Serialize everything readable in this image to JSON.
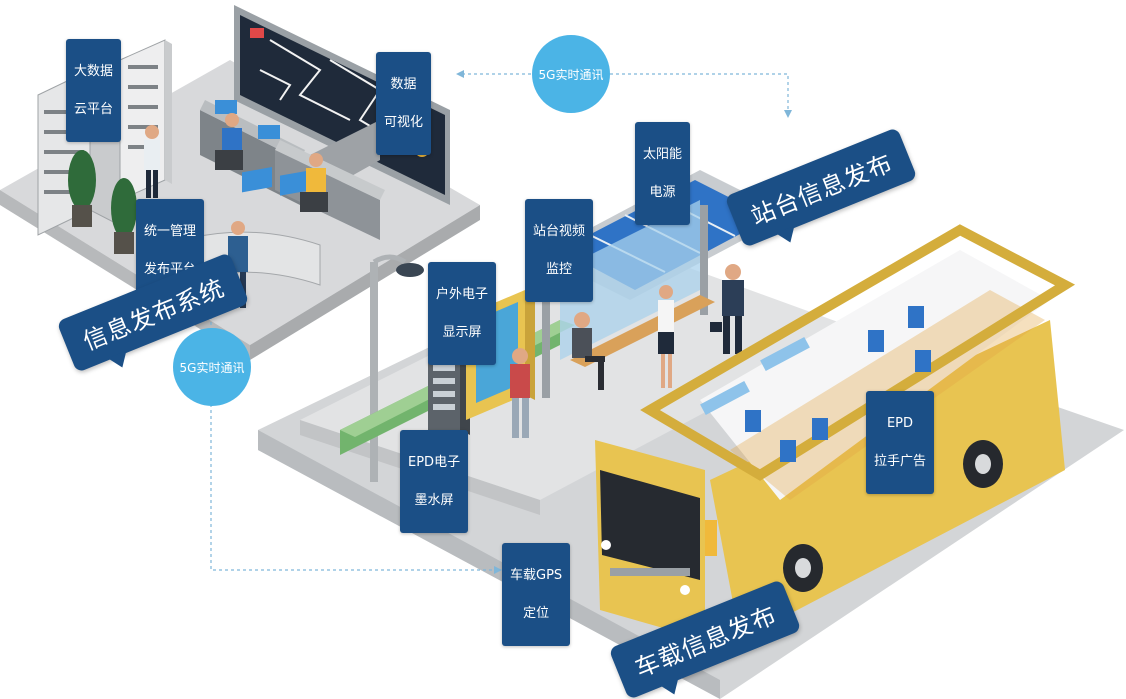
{
  "labels": {
    "big_data_cloud": [
      "大数据",
      "云平台"
    ],
    "data_visualization": [
      "数据",
      "可视化"
    ],
    "unified_platform": [
      "统一管理",
      "发布平台"
    ],
    "solar_power": [
      "太阳能",
      "电源"
    ],
    "station_video": [
      "站台视频",
      "监控"
    ],
    "outdoor_display": [
      "户外电子",
      "显示屏"
    ],
    "epd_ink_screen": [
      "EPD电子",
      "墨水屏"
    ],
    "epd_handle_ad": [
      "EPD",
      "拉手广告"
    ],
    "vehicle_gps": [
      "车载GPS",
      "定位"
    ]
  },
  "bubbles": {
    "top_5g": "5G实时通讯",
    "left_5g": "5G实时通讯"
  },
  "banners": {
    "info_release_system": "信息发布系统",
    "station_info_release": "站台信息发布",
    "vehicle_info_release": "车载信息发布"
  },
  "colors": {
    "label_bg": "#1b4f86",
    "bubble_bg": "#4bb4e6",
    "bus_body": "#e8c451",
    "floor_gray": "#c6c8ca",
    "screen_blue": "#2f73c6"
  }
}
